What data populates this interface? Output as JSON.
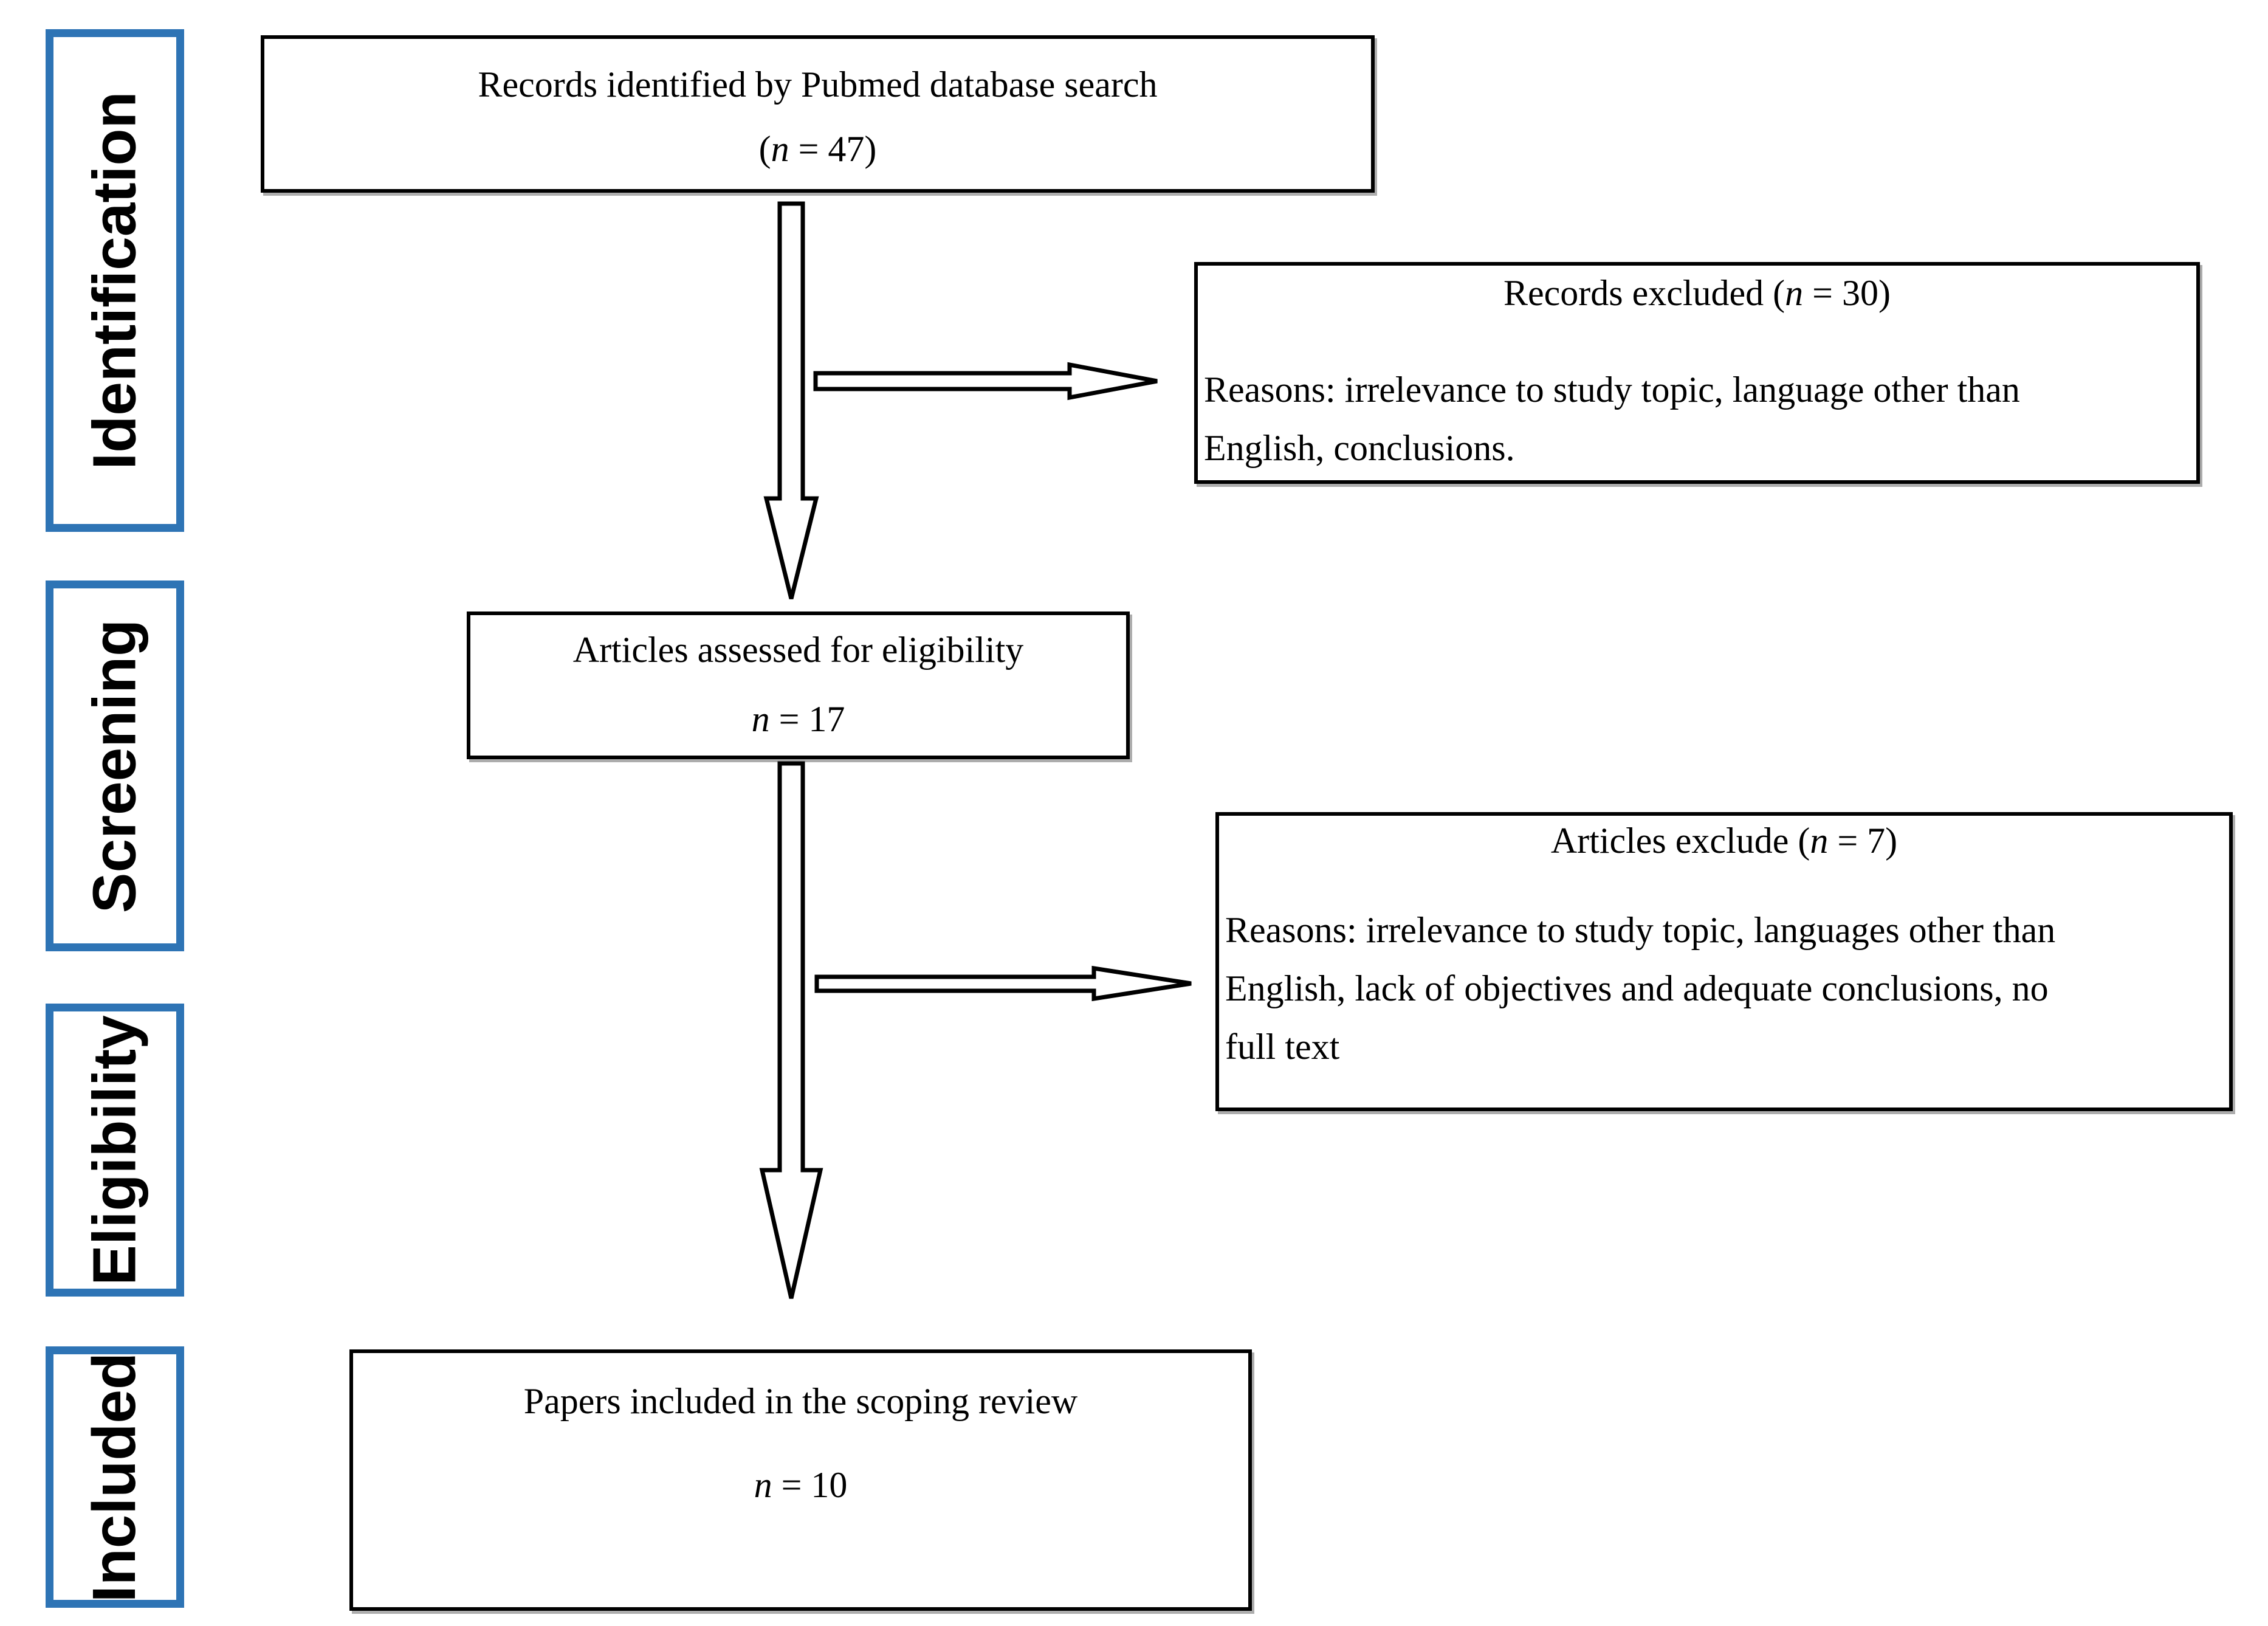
{
  "figure": {
    "type": "prisma-flow-diagram",
    "colors": {
      "stage_border": "#2E74B5",
      "box_border": "#000000",
      "arrow_outline": "#000000",
      "text": "#000000",
      "background": "#FFFFFF"
    },
    "stages": [
      {
        "label": "Identification"
      },
      {
        "label": "Screening"
      },
      {
        "label": "Eligibility"
      },
      {
        "label": "Included"
      }
    ],
    "boxes": {
      "identified": {
        "title": "Records identified by Pubmed database search",
        "count_prefix": "(",
        "count_var": "n",
        "count_suffix": " = 47)"
      },
      "assessed": {
        "title": "Articles assessed for eligibility",
        "count_prefix": "",
        "count_var": "n",
        "count_suffix": " = 17"
      },
      "included": {
        "title": "Papers included in the scoping review",
        "count_prefix": "",
        "count_var": "n",
        "count_suffix": " = 10"
      },
      "excluded_records": {
        "title_prefix": "Records excluded (",
        "title_var": "n",
        "title_suffix": " = 30)",
        "reason_lines": [
          "Reasons: irrelevance to study topic, language other than",
          "English, conclusions."
        ]
      },
      "excluded_articles": {
        "title_prefix": "Articles exclude (",
        "title_var": "n",
        "title_suffix": " = 7)",
        "reason_lines": [
          "Reasons: irrelevance to study topic, languages other than",
          "English, lack of objectives and adequate conclusions, no",
          "full text"
        ]
      }
    }
  }
}
